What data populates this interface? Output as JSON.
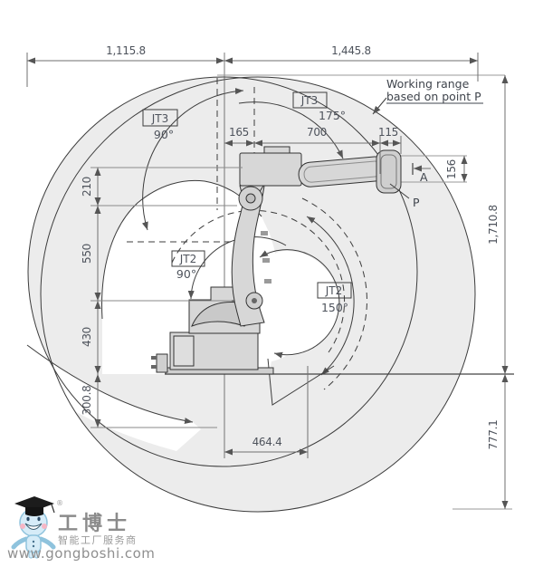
{
  "diagram": {
    "note": {
      "line1": "Working range",
      "line2": "based on point P"
    },
    "dims": {
      "top_left": "1,115.8",
      "top_right": "1,445.8",
      "arm_offset": "165",
      "arm_length": "700",
      "wrist_offset": "115",
      "wrist_drop": "210",
      "upper_arm": "550",
      "shoulder_height": "430",
      "below_base": "300.8",
      "total_height": "1,710.8",
      "below_floor": "777.1",
      "base_width": "464.4",
      "flange_offset": "156"
    },
    "joints": {
      "jt3_left": {
        "label": "JT3",
        "angle": "90°"
      },
      "jt3_top": {
        "label": "JT3",
        "angle": "175°"
      },
      "jt2_left": {
        "label": "JT2",
        "angle": "90°"
      },
      "jt2_right": {
        "label": "JT2",
        "angle": "150°"
      }
    },
    "points": {
      "p": "P",
      "a": "A"
    }
  },
  "logo": {
    "brand": "工博士",
    "reg": "®",
    "tagline": "智能工厂服务商",
    "url": "www.gongboshi.com"
  },
  "colors": {
    "envelope_fill": "#ececec",
    "line": "#3c3c3c",
    "dim_text": "#4e535c",
    "logo_text": "#8f8f8f",
    "mascot_blue": "#d6ecf8",
    "mascot_outline": "#8fc3dd"
  }
}
